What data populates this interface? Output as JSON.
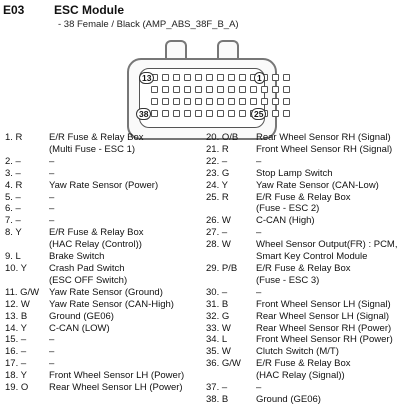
{
  "header": {
    "code": "E03",
    "title": "ESC Module",
    "subtitle": "- 38 Female / Black (AMP_ABS_38F_B_A)"
  },
  "connector": {
    "pin_labels": {
      "top_left": "13",
      "top_right": "1",
      "bottom_left": "38",
      "bottom_right": "25"
    }
  },
  "left_pins": [
    {
      "id": "1. R",
      "desc": "E/R Fuse & Relay Box"
    },
    {
      "id": "",
      "desc": "(Multi Fuse - ESC 1)"
    },
    {
      "id": "2. –",
      "desc": "–"
    },
    {
      "id": "3. –",
      "desc": "–"
    },
    {
      "id": "4. R",
      "desc": "Yaw Rate Sensor (Power)"
    },
    {
      "id": "5. –",
      "desc": "–"
    },
    {
      "id": "6. –",
      "desc": "–"
    },
    {
      "id": "7. –",
      "desc": "–"
    },
    {
      "id": "8. Y",
      "desc": "E/R Fuse & Relay Box"
    },
    {
      "id": "",
      "desc": "(HAC Relay (Control))"
    },
    {
      "id": "9. L",
      "desc": "Brake Switch"
    },
    {
      "id": "10. Y",
      "desc": "Crash Pad Switch"
    },
    {
      "id": "",
      "desc": "(ESC OFF Switch)"
    },
    {
      "id": "11. G/W",
      "desc": "Yaw Rate Sensor (Ground)"
    },
    {
      "id": "12. W",
      "desc": "Yaw Rate Sensor (CAN-High)"
    },
    {
      "id": "13. B",
      "desc": "Ground (GE06)"
    },
    {
      "id": "14. Y",
      "desc": "C-CAN (LOW)"
    },
    {
      "id": "15. –",
      "desc": "–"
    },
    {
      "id": "16. –",
      "desc": "–"
    },
    {
      "id": "17. –",
      "desc": "–"
    },
    {
      "id": "18. Y",
      "desc": "Front Wheel Sensor LH (Power)"
    },
    {
      "id": "19. O",
      "desc": "Rear Wheel Sensor LH (Power)"
    }
  ],
  "right_pins": [
    {
      "id": "20. O/B",
      "desc": "Rear Wheel Sensor RH (Signal)"
    },
    {
      "id": "21. R",
      "desc": "Front Wheel Sensor RH (Signal)"
    },
    {
      "id": "22. –",
      "desc": "–"
    },
    {
      "id": "23. G",
      "desc": "Stop Lamp Switch"
    },
    {
      "id": "24. Y",
      "desc": "Yaw Rate Sensor (CAN-Low)"
    },
    {
      "id": "25. R",
      "desc": "E/R Fuse & Relay Box"
    },
    {
      "id": "",
      "desc": "(Fuse - ESC 2)"
    },
    {
      "id": "26. W",
      "desc": "C-CAN (High)"
    },
    {
      "id": "27. –",
      "desc": "–"
    },
    {
      "id": "28. W",
      "desc": "Wheel Sensor Output(FR) : PCM,"
    },
    {
      "id": "",
      "desc": "Smart Key Control Module"
    },
    {
      "id": "29. P/B",
      "desc": "E/R Fuse & Relay Box"
    },
    {
      "id": "",
      "desc": "(Fuse - ESC 3)"
    },
    {
      "id": "30. –",
      "desc": "–"
    },
    {
      "id": "31. B",
      "desc": "Front Wheel Sensor LH (Signal)"
    },
    {
      "id": "32. G",
      "desc": "Rear Wheel Sensor LH (Signal)"
    },
    {
      "id": "33. W",
      "desc": "Rear Wheel Sensor RH (Power)"
    },
    {
      "id": "34. L",
      "desc": "Front Wheel Sensor RH (Power)"
    },
    {
      "id": "35. W",
      "desc": "Clutch Switch (M/T)"
    },
    {
      "id": "36. G/W",
      "desc": "E/R Fuse & Relay Box"
    },
    {
      "id": "",
      "desc": "(HAC Relay (Signal))"
    },
    {
      "id": "37. –",
      "desc": "–"
    },
    {
      "id": "38. B",
      "desc": "Ground (GE06)"
    }
  ]
}
